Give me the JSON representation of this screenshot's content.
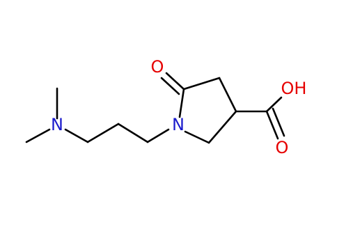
{
  "molecule": {
    "atoms": {
      "n_amine": {
        "label": "N",
        "color": "#1a1acc"
      },
      "n_ring": {
        "label": "N",
        "color": "#1a1acc"
      },
      "o_ketone": {
        "label": "O",
        "color": "#e60000"
      },
      "oh": {
        "label": "OH",
        "color": "#e60000"
      },
      "o_acid": {
        "label": "O",
        "color": "#e60000"
      }
    },
    "bond_color": "#000000"
  }
}
